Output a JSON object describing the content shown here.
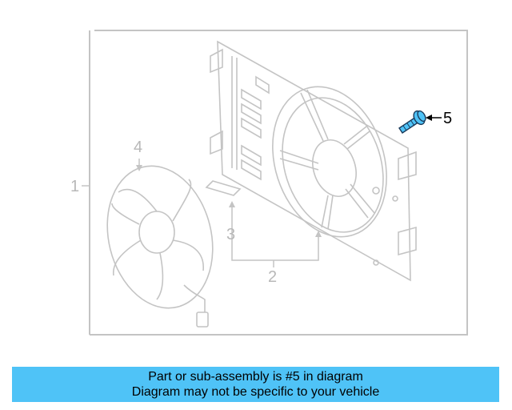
{
  "diagram": {
    "callouts": {
      "c1": "1",
      "c2": "2",
      "c3": "3",
      "c4": "4",
      "c5": "5"
    },
    "highlighted_part": "5",
    "colors": {
      "line_art": "#c4c4c4",
      "highlight": "#4fc3f7",
      "banner_bg": "#4fc3f7"
    }
  },
  "banner": {
    "line1": "Part or sub-assembly is #5 in diagram",
    "line2": "Diagram may not be specific to your vehicle"
  }
}
